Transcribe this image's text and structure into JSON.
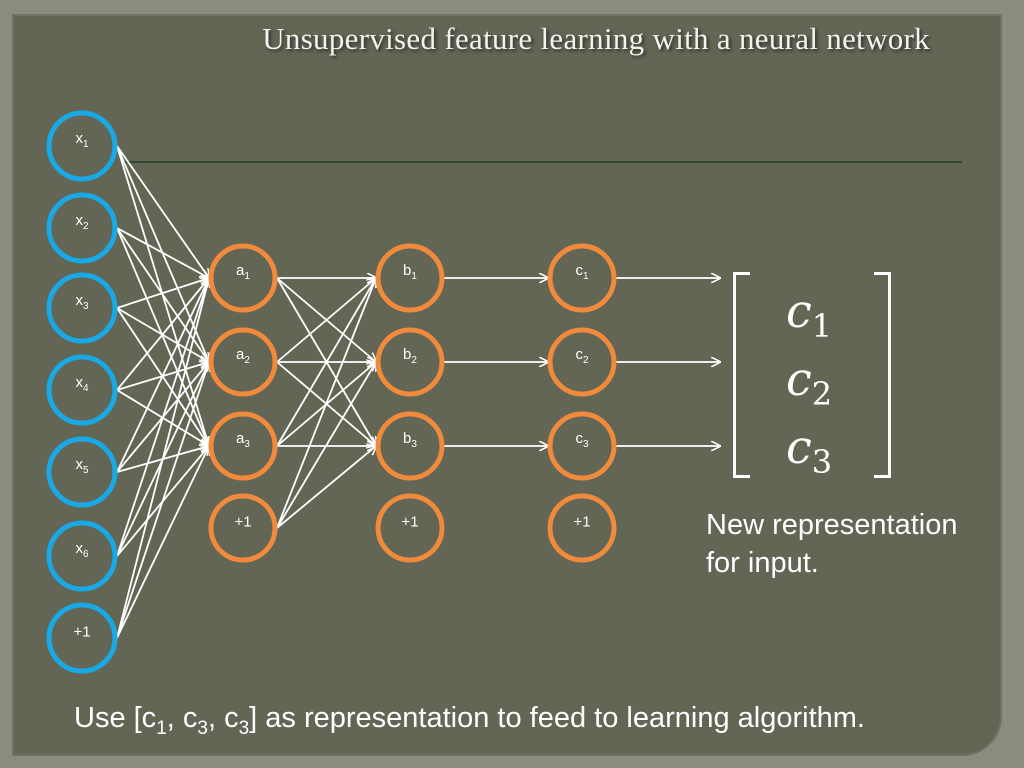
{
  "title": "Unsupervised feature learning with a neural network",
  "input_layer": {
    "nodes": [
      {
        "base": "x",
        "sub": "1"
      },
      {
        "base": "x",
        "sub": "2"
      },
      {
        "base": "x",
        "sub": "3"
      },
      {
        "base": "x",
        "sub": "4"
      },
      {
        "base": "x",
        "sub": "5"
      },
      {
        "base": "x",
        "sub": "6"
      },
      {
        "base": "+1",
        "sub": ""
      }
    ]
  },
  "layer_a": {
    "nodes": [
      {
        "base": "a",
        "sub": "1"
      },
      {
        "base": "a",
        "sub": "2"
      },
      {
        "base": "a",
        "sub": "3"
      },
      {
        "base": "+1",
        "sub": ""
      }
    ]
  },
  "layer_b": {
    "nodes": [
      {
        "base": "b",
        "sub": "1"
      },
      {
        "base": "b",
        "sub": "2"
      },
      {
        "base": "b",
        "sub": "3"
      },
      {
        "base": "+1",
        "sub": ""
      }
    ]
  },
  "layer_c": {
    "nodes": [
      {
        "base": "c",
        "sub": "1"
      },
      {
        "base": "c",
        "sub": "2"
      },
      {
        "base": "c",
        "sub": "3"
      },
      {
        "base": "+1",
        "sub": ""
      }
    ]
  },
  "vector": {
    "entries": [
      {
        "base": "c",
        "sub": "1"
      },
      {
        "base": "c",
        "sub": "2"
      },
      {
        "base": "c",
        "sub": "3"
      }
    ]
  },
  "caption": {
    "line1": "New representation",
    "line2": "for input."
  },
  "footer": {
    "t1": "Use [c",
    "s1": "1",
    "t2": ", c",
    "s2": "3",
    "t3": ", c",
    "s3": "3",
    "t4": "] as representation to feed to learning algorithm."
  },
  "colors": {
    "input_ring": "#19a9e6",
    "hidden_ring": "#f08a3c",
    "line": "#ffffff"
  }
}
